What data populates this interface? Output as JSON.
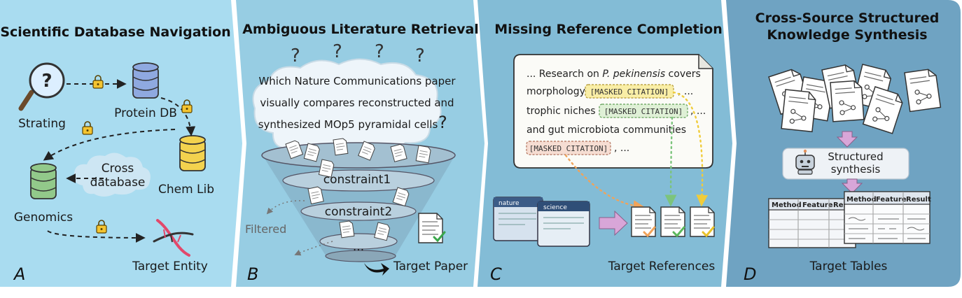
{
  "panels": [
    {
      "letter": "A",
      "title": "Scientific Database Navigation",
      "nodes": {
        "start": "Strating",
        "protein": "Protein DB",
        "chem": "Chem Lib",
        "genomics": "Genomics",
        "target": "Target Entity",
        "cloud_line1": "Cross",
        "cloud_line2": "database"
      }
    },
    {
      "letter": "B",
      "title": "Ambiguous Literature Retrieval",
      "question_lines": [
        "Which Nature Communications paper",
        "visually compares reconstructed and",
        "synthesized MOp5 pyramidal cells"
      ],
      "question_mark": "?",
      "constraints": [
        "constraint1",
        "constraint2",
        "..."
      ],
      "filtered": "Filtered",
      "target": "Target Paper"
    },
    {
      "letter": "C",
      "title": "Missing Reference Completion",
      "text_lines": {
        "l1_prefix": "... Research on ",
        "l1_italic": "P. pekinensis",
        "l1_suffix": " covers",
        "l2": "morphology",
        "l2_suffix": ", ...",
        "l3": "trophic niches",
        "l3_suffix": ", ...",
        "l4": "and gut microbiota communities",
        "l5_suffix": ", ..."
      },
      "masked": "[MASKED CITATION]",
      "journals": [
        "nature",
        "science"
      ],
      "target": "Target References"
    },
    {
      "letter": "D",
      "title_line1": "Cross-Source Structured",
      "title_line2": "Knowledge Synthesis",
      "synth_line1": "Structured",
      "synth_line2": "synthesis",
      "table_headers": [
        "Method",
        "Feature",
        "Result"
      ],
      "back_table_headers": [
        "Method",
        "Feature",
        "Resu"
      ],
      "target": "Target Tables"
    }
  ],
  "colors": {
    "panel_a": "#a9dcf0",
    "panel_b": "#97cde3",
    "panel_c": "#83bcd6",
    "panel_d": "#6fa3c2",
    "outline": "#2a2a2a",
    "lock": "#f4c430"
  }
}
